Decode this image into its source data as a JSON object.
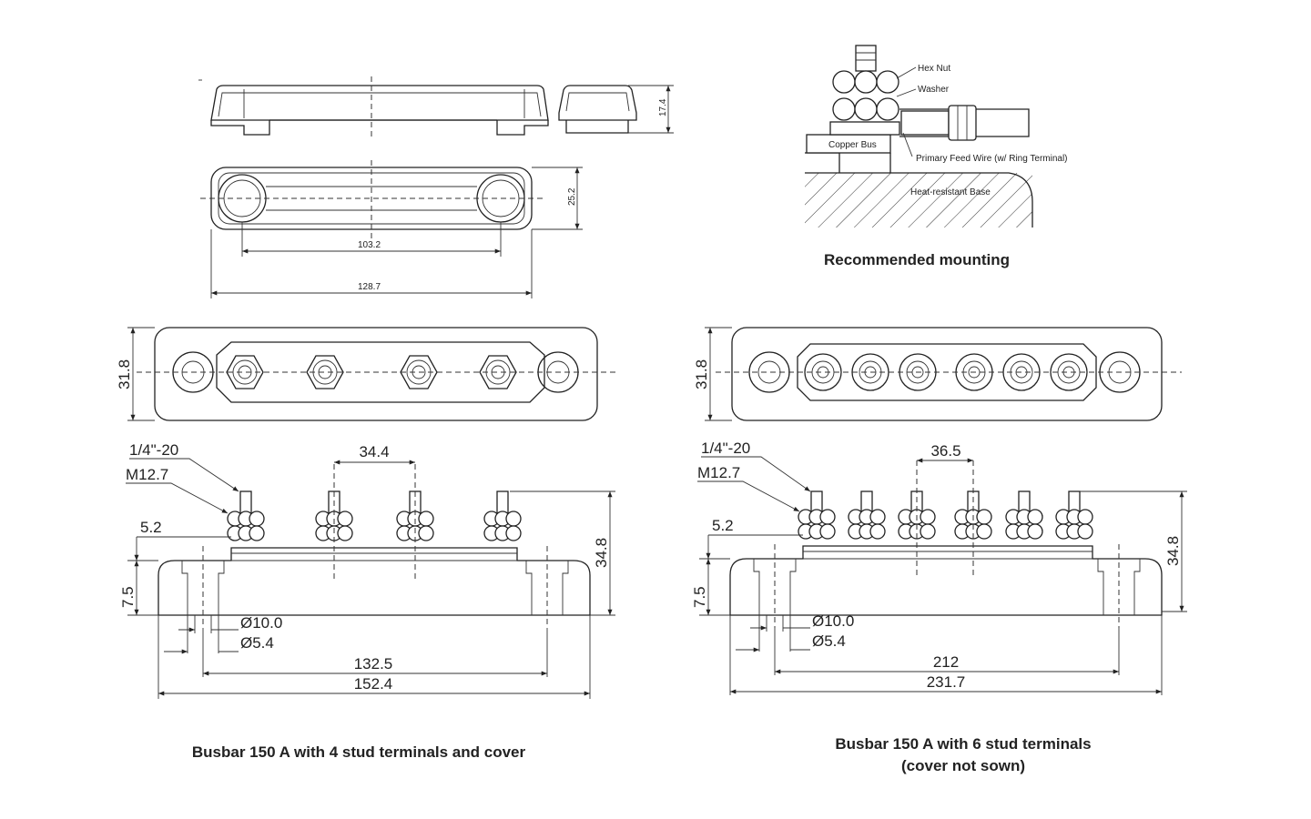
{
  "cover_views": {
    "height_dim": "17.4",
    "width_dim": "25.2",
    "inner_length_dim": "103.2",
    "outer_length_dim": "128.7"
  },
  "mounting": {
    "hex_nut": "Hex Nut",
    "washer": "Washer",
    "copper_bus": "Copper Bus",
    "primary_feed_wire": "Primary Feed Wire (w/ Ring Terminal)",
    "heat_resistant_base": "Heat-resistant Base",
    "caption": "Recommended mounting"
  },
  "busbar_4": {
    "width_dim": "31.8",
    "thread": "1/4\"-20",
    "nut_size": "M12.7",
    "stud_pitch": "34.4",
    "shoulder": "5.2",
    "base_height": "7.5",
    "total_height": "34.8",
    "hole_outer": "Ø10.0",
    "hole_inner": "Ø5.4",
    "hole_spacing": "132.5",
    "overall_length": "152.4",
    "caption": "Busbar 150 A with 4 stud terminals and cover"
  },
  "busbar_6": {
    "width_dim": "31.8",
    "thread": "1/4\"-20",
    "nut_size": "M12.7",
    "stud_pitch": "36.5",
    "shoulder": "5.2",
    "base_height": "7.5",
    "total_height": "34.8",
    "hole_outer": "Ø10.0",
    "hole_inner": "Ø5.4",
    "hole_spacing": "212",
    "overall_length": "231.7",
    "caption_line1": "Busbar 150 A with 6 stud terminals",
    "caption_line2": "(cover not sown)"
  }
}
